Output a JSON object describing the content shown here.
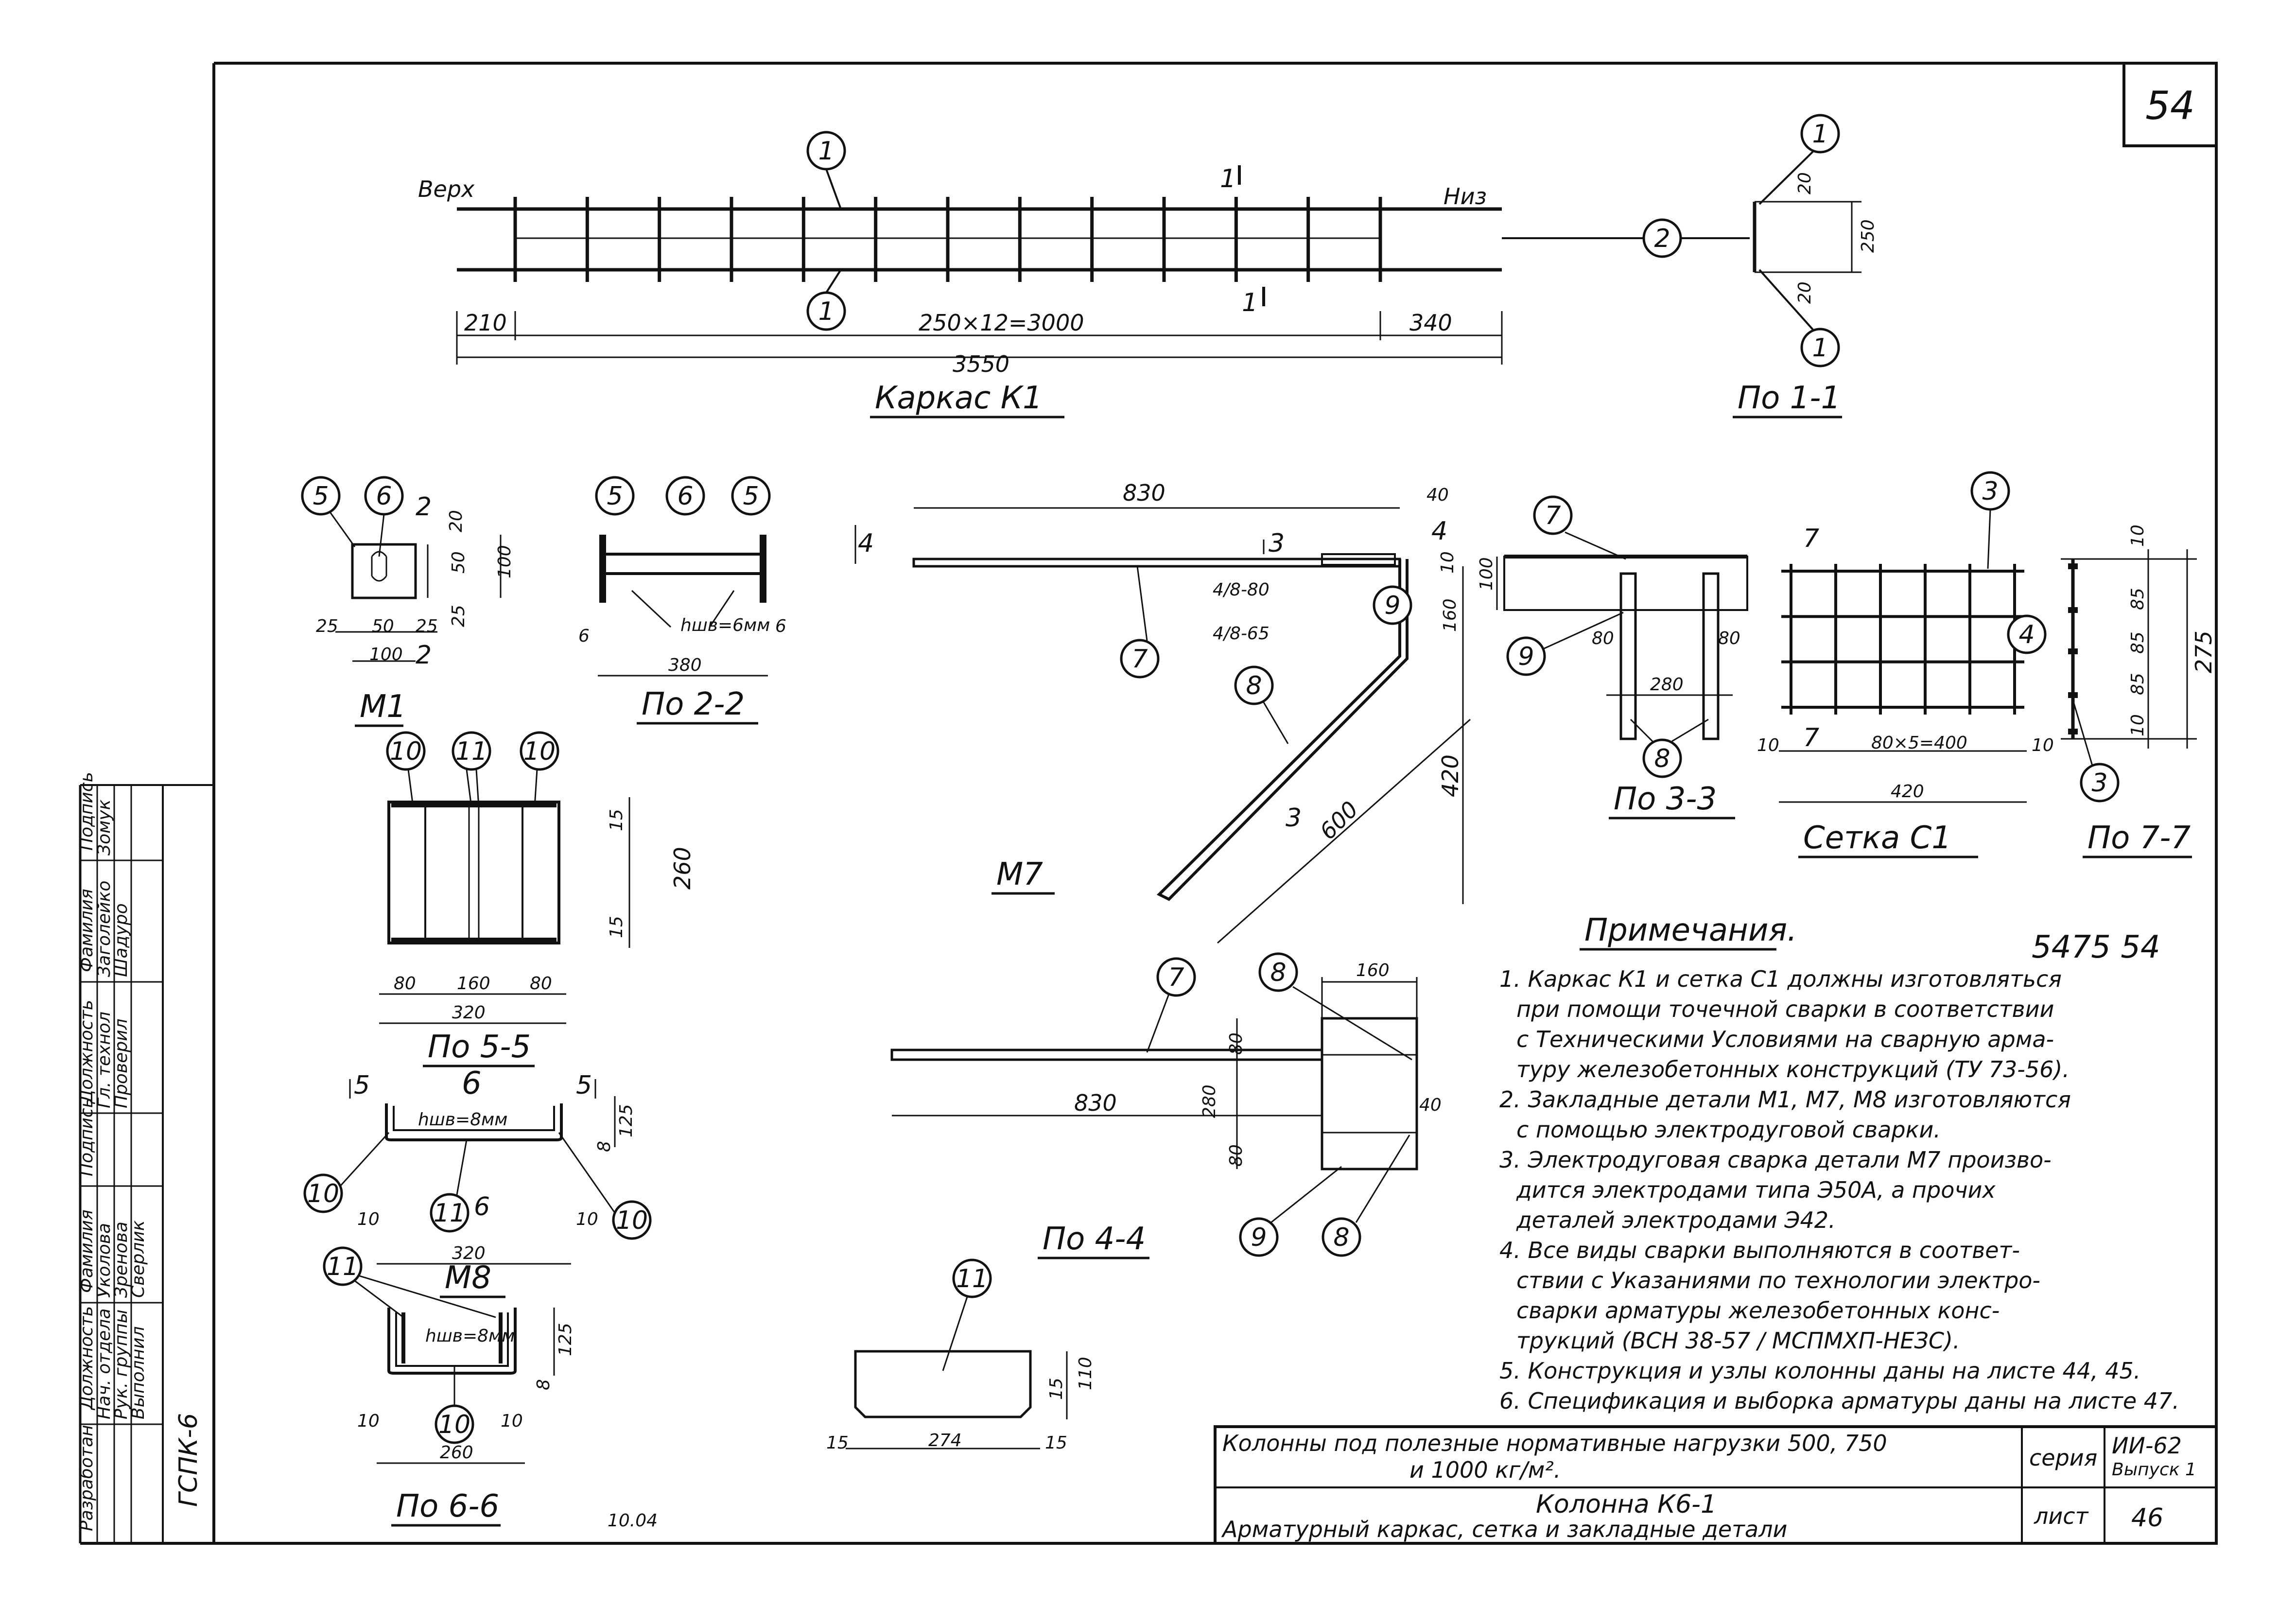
{
  "sheet_number": "54",
  "frame": {
    "developed_by": "Разработан",
    "org": "ГСПК-6",
    "headers": [
      "Должность",
      "Фамилия",
      "Подпись",
      "Должность",
      "Фамилия",
      "Подпись"
    ],
    "rows": [
      [
        "Нач. отдела",
        "Уколова",
        "",
        "Гл. технол",
        "Заголейко",
        "Зомук"
      ],
      [
        "Рук. группы",
        "Зренова",
        "",
        "Проверил",
        "Шадуро",
        ""
      ],
      [
        "Выполнил",
        "Сверлик",
        "",
        "",
        "",
        ""
      ]
    ]
  },
  "karkas": {
    "title": "Каркас К1",
    "left_label": "Верх",
    "right_label": "Низ",
    "section_mark": "1",
    "dim_left": "210",
    "dim_mid": "250×12=3000",
    "dim_right": "340",
    "dim_total": "3550",
    "pos1": "1",
    "pos2": "2"
  },
  "sec11": {
    "title": "По 1-1",
    "d1": "20",
    "d2": "250",
    "d3": "20",
    "pos1": "1",
    "pos2": "2"
  },
  "m1": {
    "title": "М1",
    "p5": "5",
    "p6": "6",
    "mark": "2",
    "d20": "20",
    "d50": "50",
    "d100": "100",
    "d25": "25",
    "d25b": "25",
    "d50b": "50",
    "d25c": "25",
    "d100b": "100"
  },
  "sec22": {
    "title": "По 2-2",
    "p5": "5",
    "p6": "6",
    "weld": "hшв=6мм",
    "d6l": "6",
    "d6r": "6",
    "d380": "380"
  },
  "m7": {
    "title": "М7",
    "d830": "830",
    "d40": "40",
    "d4": "4",
    "mark4": "4",
    "mark3": "3",
    "w1": "4/8-80",
    "w2": "4/8-65",
    "d160": "160",
    "d10": "10",
    "d420": "420",
    "d600": "600",
    "p7": "7",
    "p8": "8",
    "p9": "9"
  },
  "sec33": {
    "title": "По 3-3",
    "mark": "7",
    "d100": "100",
    "d80l": "80",
    "d80r": "80",
    "d280": "280",
    "p7": "7",
    "p8": "8",
    "p9": "9"
  },
  "setka": {
    "title": "Сетка С1",
    "d10l": "10",
    "d10r": "10",
    "d_mid": "80×5=400",
    "d420": "420",
    "p3": "3",
    "p4": "4",
    "mark": "7"
  },
  "sec77": {
    "title": "По 7-7",
    "d10t": "10",
    "d85a": "85",
    "d85b": "85",
    "d85c": "85",
    "d10b": "10",
    "d275": "275",
    "p3": "3"
  },
  "sec55": {
    "title": "По 5-5",
    "p10": "10",
    "p11": "11",
    "d15t": "15",
    "d260": "260",
    "d15b": "15",
    "d80l": "80",
    "d160": "160",
    "d80r": "80",
    "d320": "320"
  },
  "m8": {
    "title": "М8",
    "mark5": "5",
    "mark6": "6",
    "weld": "hшв=8мм",
    "d125": "125",
    "d8": "8",
    "d10l": "10",
    "d10r": "10",
    "d320": "320",
    "p10": "10",
    "p11": "11"
  },
  "sec66": {
    "title": "По 6-6",
    "p10": "10",
    "p11": "11",
    "weld": "hшв=8мм",
    "d125": "125",
    "d8": "8",
    "d10l": "10",
    "d10r": "10",
    "d260": "260"
  },
  "sec44": {
    "title": "По 4-4",
    "d160": "160",
    "d80t": "80",
    "d280": "280",
    "d40": "40",
    "d80b": "80",
    "d830": "830",
    "p7": "7",
    "p8": "8",
    "p9": "9"
  },
  "p11": {
    "pos": "11",
    "d15l": "15",
    "d274": "274",
    "d15r": "15",
    "d15": "15",
    "d110": "110"
  },
  "stamp_small": "5475  54",
  "initials": "10.04",
  "notes": {
    "title": "Примечания.",
    "lines": [
      "1. Каркас К1 и сетка С1 должны изготовляться",
      "при помощи точечной сварки в соответствии",
      "с Техническими Условиями на сварную арма-",
      "туру железобетонных конструкций (ТУ 73-56).",
      "2. Закладные детали М1, М7, М8 изготовляются",
      "с помощью электродуговой сварки.",
      "3. Электродуговая сварка детали М7 произво-",
      "дится электродами типа Э50А, а прочих",
      "деталей электродами Э42.",
      "4. Все виды сварки выполняются в соответ-",
      "ствии с Указаниями по технологии электро-",
      "сварки арматуры железобетонных конс-",
      "трукций (ВСН 38-57 / МСПМХП-НЕЗС).",
      "5. Конструкция и узлы колонны даны на листе 44, 45.",
      "6. Спецификация и выборка арматуры даны на листе 47."
    ]
  },
  "titleblock": {
    "line1": "Колонны под полезные нормативные нагрузки 500, 750",
    "line2": "и 1000 кг/м².",
    "seria_label": "серия",
    "seria_value": "ИИ-62",
    "issue": "Выпуск 1",
    "name": "Колонна К6-1",
    "subname": "Арматурный каркас, сетка и закладные детали",
    "list_label": "лист",
    "list_value": "46"
  }
}
